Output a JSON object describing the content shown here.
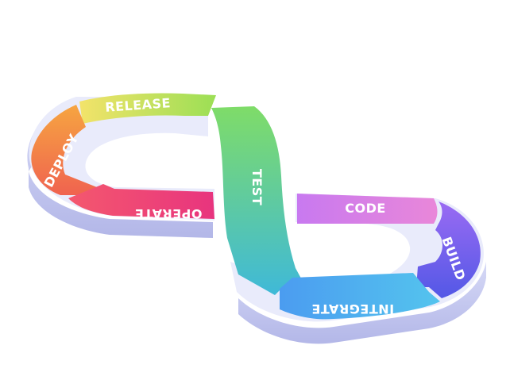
{
  "diagram": {
    "stages": [
      {
        "label": "RELEASE",
        "color_start": "#f3e36a",
        "color_end": "#9bdf55"
      },
      {
        "label": "DEPLOY",
        "color_start": "#f6a541",
        "color_end": "#f0634f"
      },
      {
        "label": "OPERATE",
        "color_start": "#f4586e",
        "color_end": "#e8347e"
      },
      {
        "label": "TEST",
        "color_start": "#7fdc68",
        "color_end": "#3fb9d8"
      },
      {
        "label": "CODE",
        "color_start": "#c879f0",
        "color_end": "#e987d9"
      },
      {
        "label": "BUILD",
        "color_start": "#9a6bf3",
        "color_end": "#5358e6"
      },
      {
        "label": "INTEGRATE",
        "color_start": "#54c4ee",
        "color_end": "#4b9cf0"
      }
    ],
    "colors": {
      "base_face": "#e9ebfb",
      "base_side": "#c3c6ee",
      "base_shadow": "#a7abdf"
    }
  }
}
